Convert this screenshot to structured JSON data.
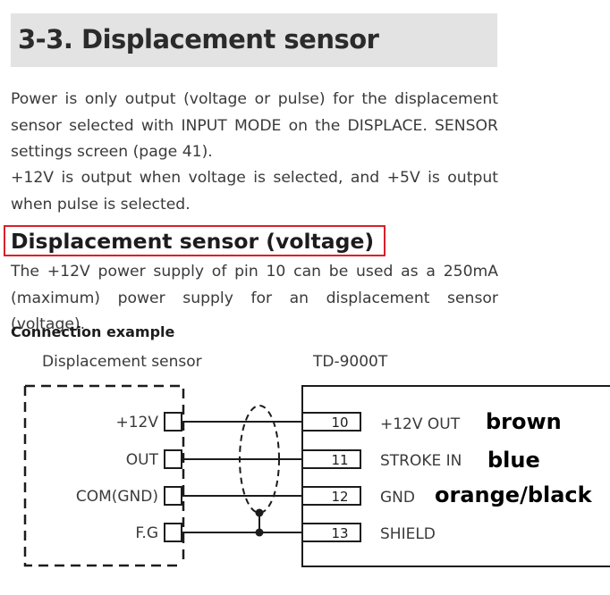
{
  "section_title": "3-3. Displacement sensor",
  "intro_paragraph_1": "Power is only output (voltage or pulse) for the displacement sensor selected with INPUT MODE on the DISPLACE. SENSOR settings screen (page 41).",
  "intro_paragraph_2": "+12V is output when voltage is selected, and +5V is output when pulse is selected.",
  "subsection_title": "Displacement sensor (voltage)",
  "subsection_paragraph": "The +12V power supply of pin 10 can be used as a 250mA (maximum) power supply for an displacement sensor (voltage).",
  "connection_example_title": "Connection example",
  "diagram": {
    "sensor_label": "Displacement sensor",
    "device_label": "TD-9000T",
    "sensor_terminals": [
      "+12V",
      "OUT",
      "COM(GND)",
      "F.G"
    ],
    "pins": [
      {
        "number": "10",
        "signal": "+12V OUT",
        "wire_color": "brown"
      },
      {
        "number": "11",
        "signal": "STROKE IN",
        "wire_color": "blue"
      },
      {
        "number": "12",
        "signal": "GND",
        "wire_color": "orange/black"
      },
      {
        "number": "13",
        "signal": "SHIELD",
        "wire_color": ""
      }
    ],
    "highlight_color": "#d9202a"
  }
}
